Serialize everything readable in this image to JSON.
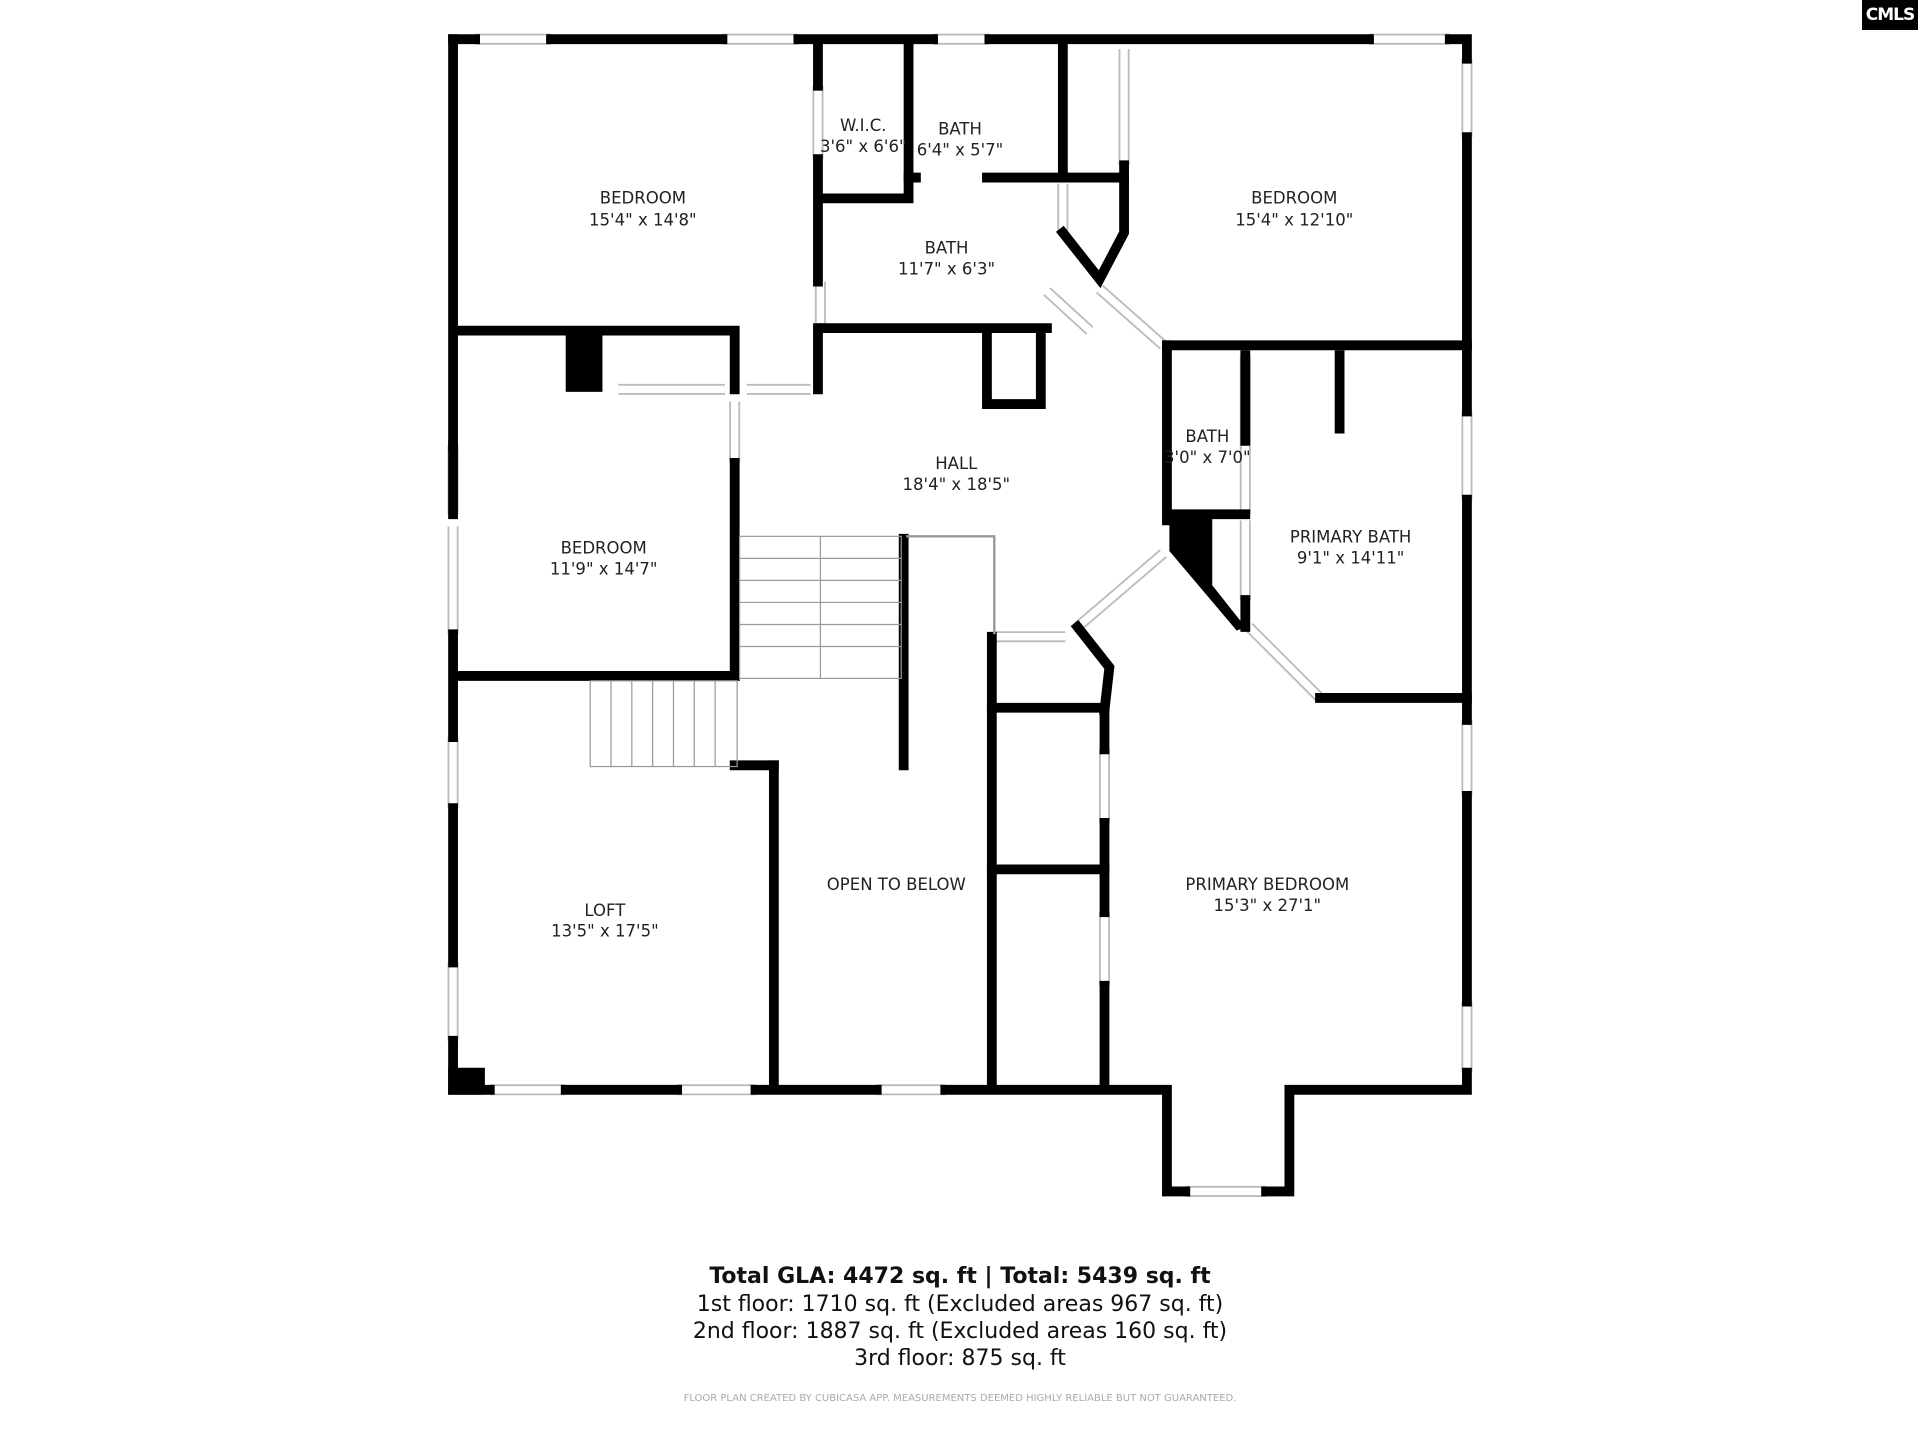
{
  "logo": {
    "text": "CMLS"
  },
  "rooms": [
    {
      "name": "BEDROOM",
      "dims": "15'4\" x 14'8\""
    },
    {
      "name": "W.I.C.",
      "dims": "3'6\" x 6'6\""
    },
    {
      "name": "BATH",
      "dims": "6'4\" x 5'7\""
    },
    {
      "name": "BATH",
      "dims": "11'7\" x 6'3\""
    },
    {
      "name": "BEDROOM",
      "dims": "15'4\" x 12'10\""
    },
    {
      "name": "HALL",
      "dims": "18'4\" x 18'5\""
    },
    {
      "name": "BEDROOM",
      "dims": "11'9\" x 14'7\""
    },
    {
      "name": "BATH",
      "dims": "3'0\" x 7'0\""
    },
    {
      "name": "PRIMARY BATH",
      "dims": "9'1\" x 14'11\""
    },
    {
      "name": "LOFT",
      "dims": "13'5\" x 17'5\""
    },
    {
      "name": "OPEN TO BELOW",
      "dims": ""
    },
    {
      "name": "PRIMARY BEDROOM",
      "dims": "15'3\" x 27'1\""
    }
  ],
  "summary": {
    "total": "Total GLA: 4472 sq. ft | Total: 5439 sq. ft",
    "floor1": "1st floor: 1710 sq. ft (Excluded areas 967 sq. ft)",
    "floor2": "2nd floor: 1887 sq. ft (Excluded areas 160 sq. ft)",
    "floor3": "3rd floor: 875 sq. ft",
    "disclaimer": "FLOOR PLAN CREATED BY CUBICASA APP. MEASUREMENTS DEEMED HIGHLY RELIABLE BUT NOT GUARANTEED."
  },
  "colors": {
    "wall": "#000000",
    "window": "#bbbbbb"
  }
}
